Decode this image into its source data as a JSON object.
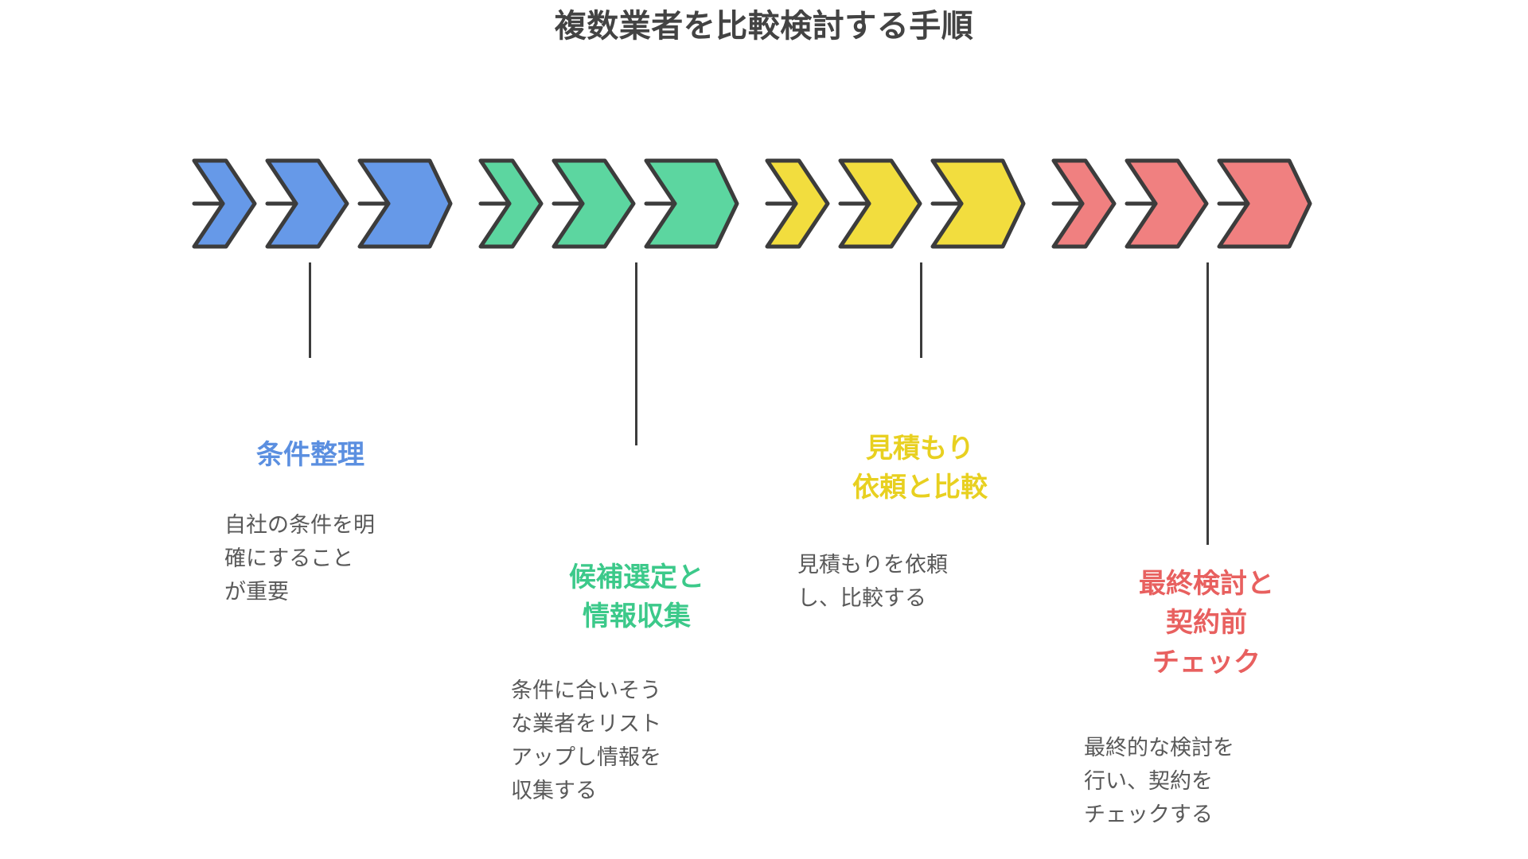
{
  "title": "複数業者を比較検討する手順",
  "theme": {
    "title_color": "#434343",
    "body_text_color": "#595959",
    "outline_color": "#3c3c3c",
    "background": "#ffffff"
  },
  "chart_data": {
    "type": "diagram",
    "diagram_kind": "chevron-process-flow",
    "title": "複数業者を比較検討する手順",
    "step_count": 4,
    "steps": [
      {
        "index": 1,
        "heading_lines": [
          "条件整理"
        ],
        "body_lines": [
          "自社の条件を明",
          "確にすること",
          "が重要"
        ],
        "color": "#6699e8",
        "color_name": "blue"
      },
      {
        "index": 2,
        "heading_lines": [
          "候補選定と",
          "情報収集"
        ],
        "body_lines": [
          "条件に合いそう",
          "な業者をリスト",
          "アップし情報を",
          "収集する"
        ],
        "color": "#5cd6a0",
        "color_name": "green"
      },
      {
        "index": 3,
        "heading_lines": [
          "見積もり",
          "依頼と比較"
        ],
        "body_lines": [
          "見積もりを依頼",
          "し、比較する"
        ],
        "color": "#f2dd3e",
        "color_name": "yellow"
      },
      {
        "index": 4,
        "heading_lines": [
          "最終検討と",
          "契約前",
          "チェック"
        ],
        "body_lines": [
          "最終的な検討を",
          "行い、契約を",
          "チェックする"
        ],
        "color": "#f08080",
        "color_name": "red"
      }
    ]
  },
  "steps": [
    {
      "heading": "条件整理",
      "heading_line_1": "条件整理",
      "heading_line_2": "",
      "heading_line_3": "",
      "body_line_1": "自社の条件を明",
      "body_line_2": "確にすること",
      "body_line_3": "が重要",
      "body_line_4": "",
      "color": "#6699e8",
      "heading_color": "#5b8fe0",
      "icon": "chevron-arrow-group-icon"
    },
    {
      "heading": "候補選定と情報収集",
      "heading_line_1": "候補選定と",
      "heading_line_2": "情報収集",
      "heading_line_3": "",
      "body_line_1": "条件に合いそう",
      "body_line_2": "な業者をリスト",
      "body_line_3": "アップし情報を",
      "body_line_4": "収集する",
      "color": "#5cd6a0",
      "heading_color": "#3cc98a",
      "icon": "chevron-arrow-group-icon"
    },
    {
      "heading": "見積もり依頼と比較",
      "heading_line_1": "見積もり",
      "heading_line_2": "依頼と比較",
      "heading_line_3": "",
      "body_line_1": "見積もりを依頼",
      "body_line_2": "し、比較する",
      "body_line_3": "",
      "body_line_4": "",
      "color": "#f2dd3e",
      "heading_color": "#e8d020",
      "icon": "chevron-arrow-group-icon"
    },
    {
      "heading": "最終検討と契約前チェック",
      "heading_line_1": "最終検討と",
      "heading_line_2": "契約前",
      "heading_line_3": "チェック",
      "body_line_1": "最終的な検討を",
      "body_line_2": "行い、契約を",
      "body_line_3": "チェックする",
      "body_line_4": "",
      "color": "#f08080",
      "heading_color": "#e8605f",
      "icon": "chevron-arrow-group-icon"
    }
  ]
}
